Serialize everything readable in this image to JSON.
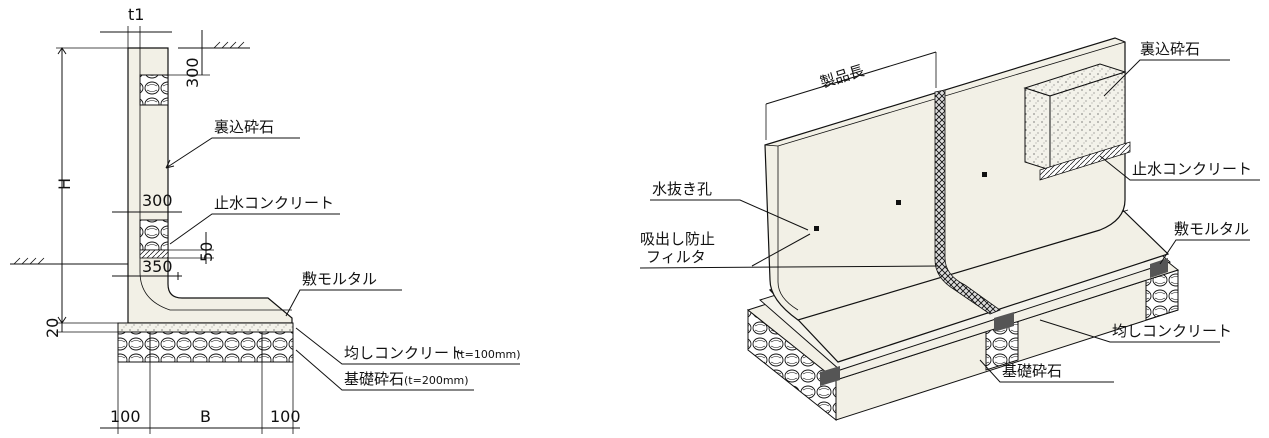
{
  "left_view": {
    "dims": {
      "t1": "t1",
      "h300": "300",
      "H": "H",
      "w300": "300",
      "h50": "50",
      "w350": "350",
      "h20": "20",
      "b100_left": "100",
      "B": "B",
      "b100_right": "100"
    },
    "labels": {
      "backfill": "裏込砕石",
      "stop_concrete": "止水コンクリート",
      "mortar": "敷モルタル",
      "level_concrete": "均しコンクリート",
      "level_concrete_note": "(t=100mm)",
      "base_gravel": "基礎砕石",
      "base_gravel_note": "(t=200mm)"
    }
  },
  "right_view": {
    "labels": {
      "product_length": "製品長",
      "backfill": "裏込砕石",
      "stop_concrete": "止水コンクリート",
      "drain_hole": "水抜き孔",
      "filter_line1": "吸出し防止",
      "filter_line2": "フィルタ",
      "mortar": "敷モルタル",
      "level_concrete": "均しコンクリート",
      "base_gravel": "基礎砕石"
    }
  },
  "colors": {
    "body_fill": "#f2f0e6",
    "line": "#111111",
    "mortar_dark": "#555555"
  }
}
